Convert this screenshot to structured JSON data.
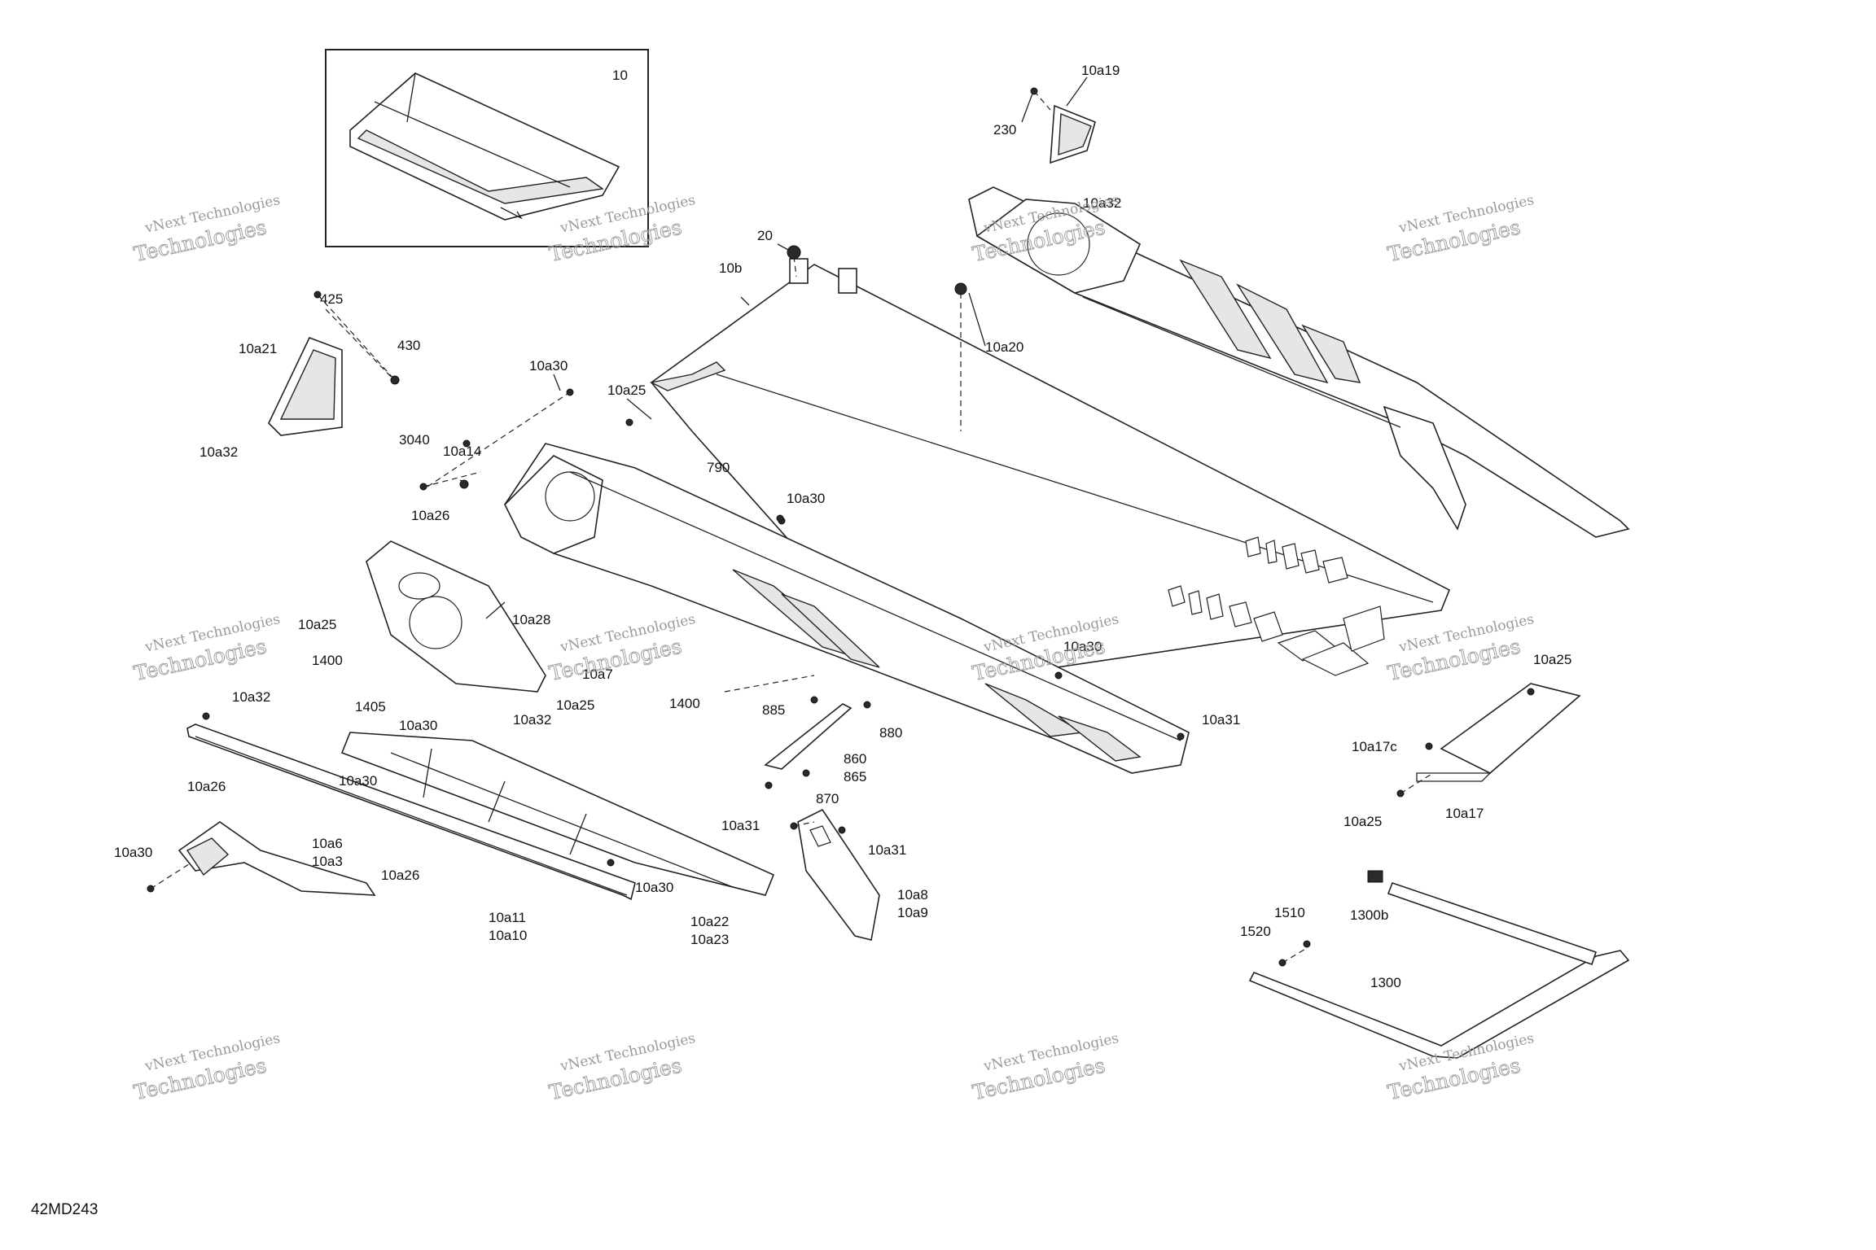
{
  "diagram_code": "42MD243",
  "watermark": {
    "line1": "vNext Technologies",
    "line2": "Technologies"
  },
  "callouts": [
    "10",
    "10a19",
    "230",
    "10a32",
    "20",
    "10b",
    "425",
    "10a21",
    "430",
    "10a20",
    "10a30",
    "10a25",
    "10a32",
    "3040",
    "10a14",
    "790",
    "10a30",
    "10a26",
    "10a25",
    "10a28",
    "1400",
    "10a7",
    "10a30",
    "1405",
    "10a25",
    "10a32",
    "1400",
    "10a32",
    "885",
    "880",
    "10a30",
    "10a31",
    "10a25",
    "10a26",
    "10a30",
    "860",
    "865",
    "870",
    "10a17c",
    "10a31",
    "10a31",
    "10a30",
    "10a6",
    "10a3",
    "10a26",
    "10a25",
    "10a17",
    "10a30",
    "10a8",
    "10a9",
    "10a11",
    "10a10",
    "10a22",
    "10a23",
    "1300b",
    "1510",
    "1520",
    "1300"
  ]
}
